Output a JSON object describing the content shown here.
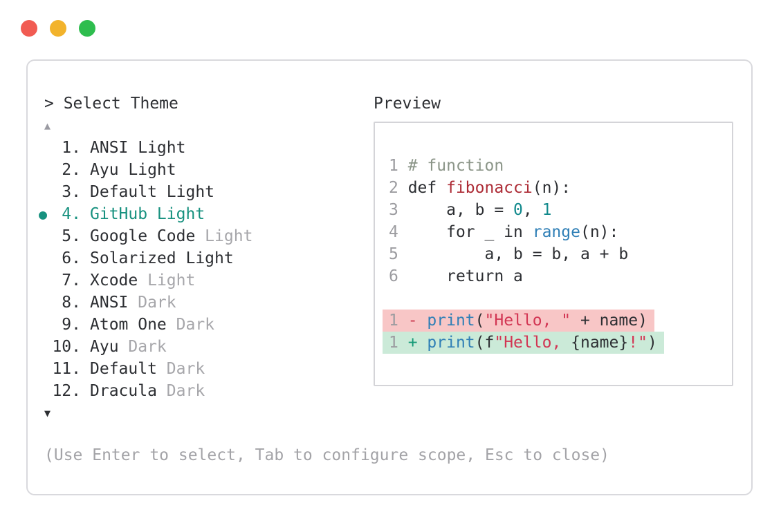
{
  "window": {
    "controls": [
      {
        "name": "close",
        "color": "#f15b52"
      },
      {
        "name": "minimize",
        "color": "#f2b32c"
      },
      {
        "name": "zoom",
        "color": "#2ebd4e"
      }
    ]
  },
  "picker": {
    "prompt": "> Select Theme",
    "scroll_up": "▲",
    "scroll_down": "▼",
    "items": [
      {
        "number": "1.",
        "name": "ANSI Light",
        "muted": "",
        "selected": false
      },
      {
        "number": "2.",
        "name": "Ayu Light",
        "muted": "",
        "selected": false
      },
      {
        "number": "3.",
        "name": "Default Light",
        "muted": "",
        "selected": false
      },
      {
        "number": "4.",
        "name": "GitHub Light",
        "muted": "",
        "selected": true
      },
      {
        "number": "5.",
        "name": "Google Code",
        "muted": "Light",
        "selected": false
      },
      {
        "number": "6.",
        "name": "Solarized Light",
        "muted": "",
        "selected": false
      },
      {
        "number": "7.",
        "name": "Xcode",
        "muted": "Light",
        "selected": false
      },
      {
        "number": "8.",
        "name": "ANSI",
        "muted": "Dark",
        "selected": false
      },
      {
        "number": "9.",
        "name": "Atom One",
        "muted": "Dark",
        "selected": false
      },
      {
        "number": "10.",
        "name": "Ayu",
        "muted": "Dark",
        "selected": false
      },
      {
        "number": "11.",
        "name": "Default",
        "muted": "Dark",
        "selected": false
      },
      {
        "number": "12.",
        "name": "Dracula",
        "muted": "Dark",
        "selected": false
      }
    ],
    "help_text": "(Use Enter to select, Tab to configure scope, Esc to close)"
  },
  "preview": {
    "title": "Preview",
    "code_lines": [
      {
        "line_no": "1",
        "diff": null,
        "tokens": [
          {
            "text": "# function",
            "style": "comment"
          }
        ]
      },
      {
        "line_no": "2",
        "diff": null,
        "tokens": [
          {
            "text": "def ",
            "style": "plain"
          },
          {
            "text": "fibonacci",
            "style": "func"
          },
          {
            "text": "(n):",
            "style": "plain"
          }
        ]
      },
      {
        "line_no": "3",
        "diff": null,
        "tokens": [
          {
            "text": "    a, b = ",
            "style": "plain"
          },
          {
            "text": "0",
            "style": "num"
          },
          {
            "text": ", ",
            "style": "plain"
          },
          {
            "text": "1",
            "style": "num"
          }
        ]
      },
      {
        "line_no": "4",
        "diff": null,
        "tokens": [
          {
            "text": "    for _ in ",
            "style": "plain"
          },
          {
            "text": "range",
            "style": "call"
          },
          {
            "text": "(n):",
            "style": "plain"
          }
        ]
      },
      {
        "line_no": "5",
        "diff": null,
        "tokens": [
          {
            "text": "        a, b = b, a + b",
            "style": "plain"
          }
        ]
      },
      {
        "line_no": "6",
        "diff": null,
        "tokens": [
          {
            "text": "    return a",
            "style": "plain"
          }
        ]
      },
      {
        "line_no": "",
        "diff": null,
        "tokens": []
      },
      {
        "line_no": "1",
        "diff": "removed",
        "tokens": [
          {
            "text": "- ",
            "style": "minus"
          },
          {
            "text": "print",
            "style": "call"
          },
          {
            "text": "(",
            "style": "plain"
          },
          {
            "text": "\"Hello, \"",
            "style": "str"
          },
          {
            "text": " + name)",
            "style": "plain"
          }
        ]
      },
      {
        "line_no": "1",
        "diff": "added",
        "tokens": [
          {
            "text": "+ ",
            "style": "plus"
          },
          {
            "text": "print",
            "style": "call"
          },
          {
            "text": "(f",
            "style": "plain"
          },
          {
            "text": "\"Hello, ",
            "style": "str"
          },
          {
            "text": "{name}",
            "style": "plain"
          },
          {
            "text": "!\"",
            "style": "str"
          },
          {
            "text": ")",
            "style": "plain"
          }
        ]
      }
    ]
  },
  "colors": {
    "accent_teal": "#17917f",
    "text": "#2d2f33",
    "muted_gray": "#a6a6aa",
    "comment_green_gray": "#8b9588",
    "function_red": "#ad2c36",
    "number_teal": "#11898c",
    "call_blue": "#2f7fb6",
    "string_crimson": "#d23553",
    "diff_plus_green": "#159a77",
    "diff_removed_bg": "#f8c6c6",
    "diff_added_bg": "#cbead8",
    "panel_border": "#d9d9dd",
    "traffic_red": "#f15b52",
    "traffic_yellow": "#f2b32c",
    "traffic_green": "#2ebd4e"
  }
}
